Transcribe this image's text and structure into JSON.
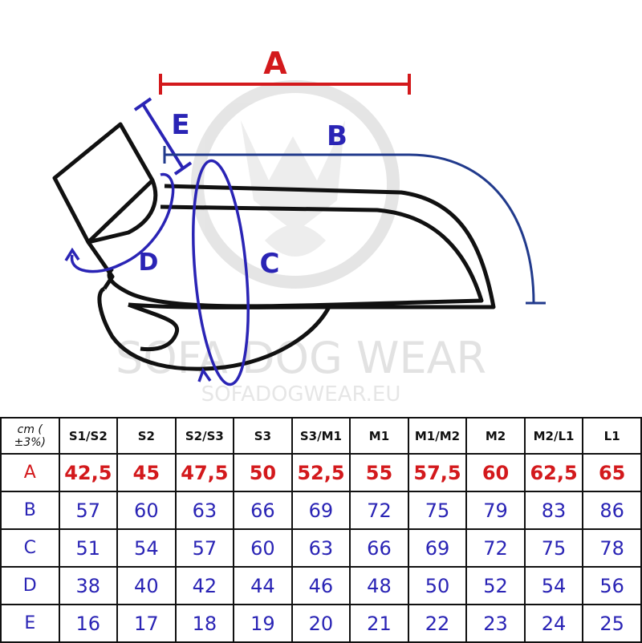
{
  "colors": {
    "red": "#d3191c",
    "blue": "#2a24b5",
    "navy": "#213a8c",
    "outline": "#111111",
    "watermark": "#e2e2e2"
  },
  "diagram": {
    "labels": {
      "a": "A",
      "b": "B",
      "c": "C",
      "d": "D",
      "e": "E"
    },
    "watermark_title": "SOFA DOG WEAR",
    "watermark_url": "SOFADOGWEAR.EU"
  },
  "table": {
    "unit": "cm ( ±3%)",
    "sizes": [
      "S1/S2",
      "S2",
      "S2/S3",
      "S3",
      "S3/M1",
      "M1",
      "M1/M2",
      "M2",
      "M2/L1",
      "L1"
    ],
    "rows": [
      {
        "label": "A",
        "color": "#d3191c",
        "values": [
          "42,5",
          "45",
          "47,5",
          "50",
          "52,5",
          "55",
          "57,5",
          "60",
          "62,5",
          "65"
        ]
      },
      {
        "label": "B",
        "color": "#2a24b5",
        "values": [
          "57",
          "60",
          "63",
          "66",
          "69",
          "72",
          "75",
          "79",
          "83",
          "86"
        ]
      },
      {
        "label": "C",
        "color": "#2a24b5",
        "values": [
          "51",
          "54",
          "57",
          "60",
          "63",
          "66",
          "69",
          "72",
          "75",
          "78"
        ]
      },
      {
        "label": "D",
        "color": "#2a24b5",
        "values": [
          "38",
          "40",
          "42",
          "44",
          "46",
          "48",
          "50",
          "52",
          "54",
          "56"
        ]
      },
      {
        "label": "E",
        "color": "#2a24b5",
        "values": [
          "16",
          "17",
          "18",
          "19",
          "20",
          "21",
          "22",
          "23",
          "24",
          "25"
        ]
      }
    ]
  }
}
